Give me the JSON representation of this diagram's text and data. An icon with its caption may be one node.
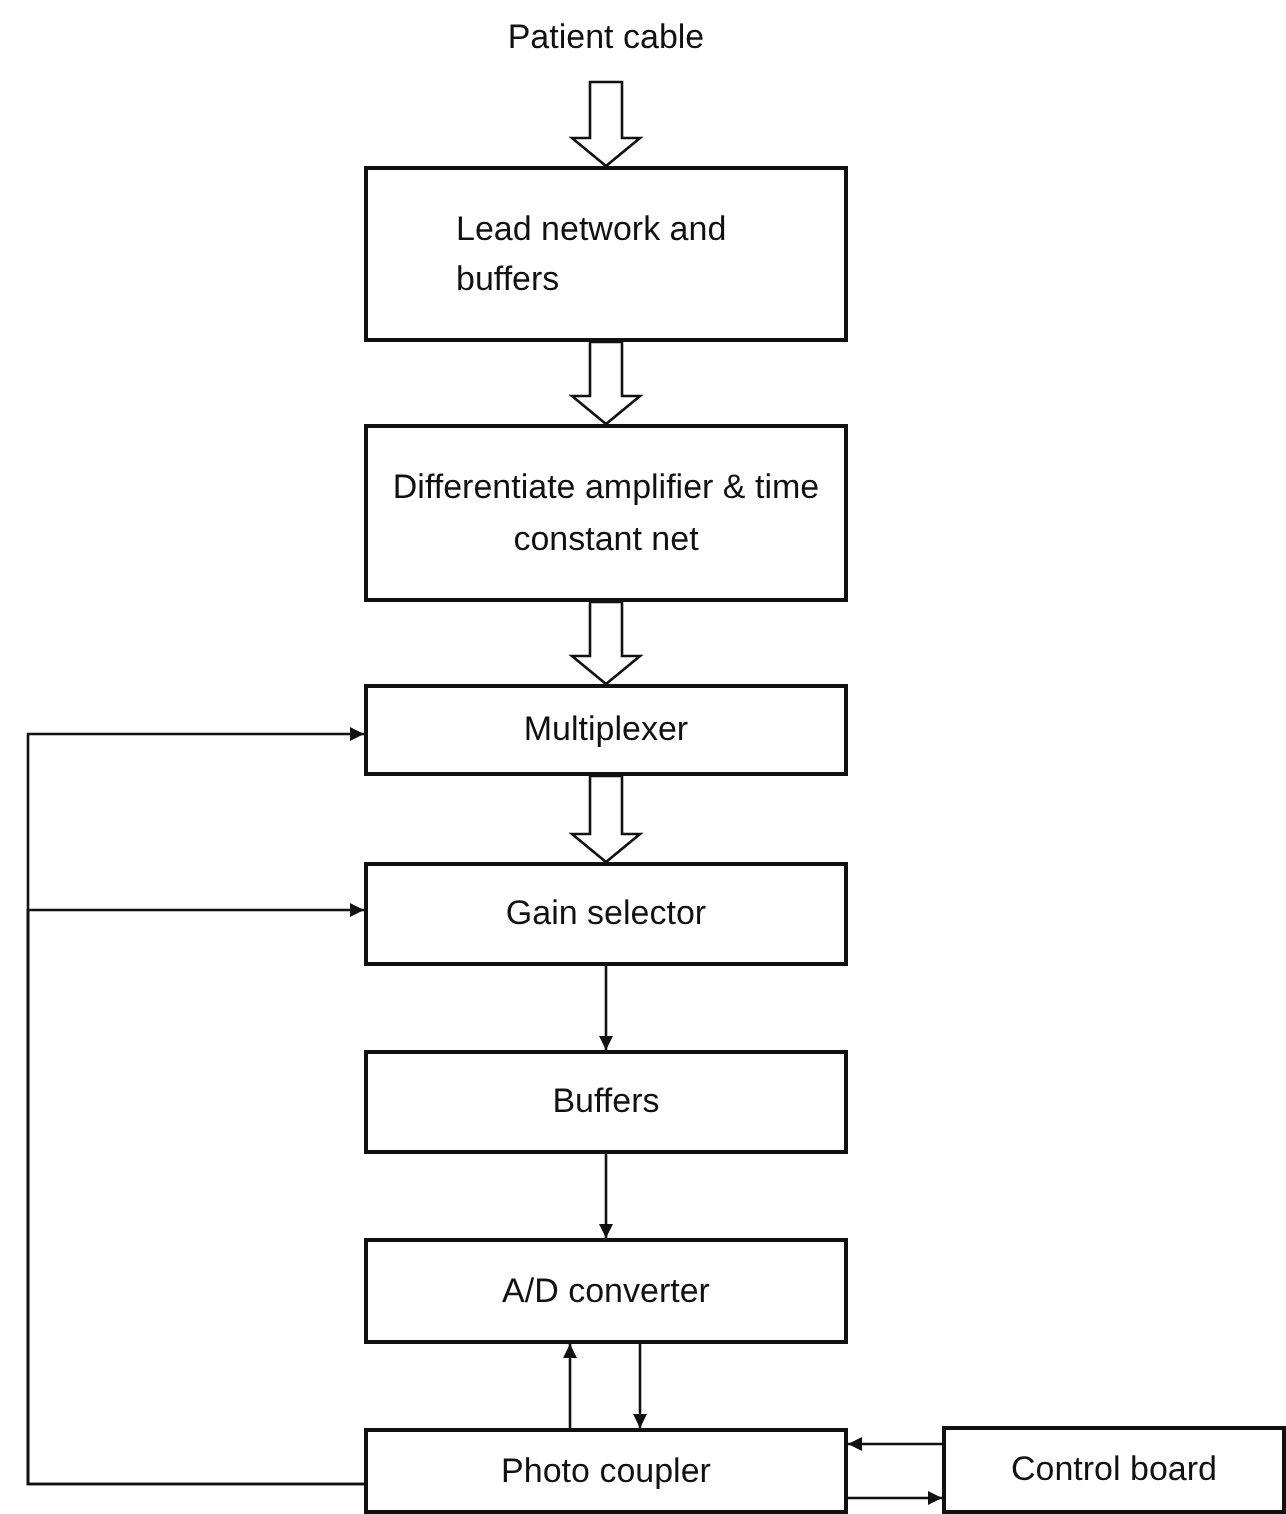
{
  "diagram": {
    "nodes": [
      {
        "text": [
          "Patient cable"
        ]
      },
      {
        "text": [
          "Lead network and buffers"
        ]
      },
      {
        "text": [
          "Differentiate amplifier & time constant net"
        ]
      },
      {
        "text": [
          "Multiplexer"
        ]
      },
      {
        "text": [
          "Gain selector"
        ]
      },
      {
        "text": [
          "Buffers"
        ]
      },
      {
        "text": [
          "A/D converter"
        ]
      },
      {
        "text": [
          "Photo coupler"
        ]
      },
      {
        "text": [
          "Control board"
        ]
      }
    ],
    "edges": [
      {
        "from": 0,
        "to": 1,
        "arrow": "to",
        "style": "thick"
      },
      {
        "from": 1,
        "to": 2,
        "arrow": "to",
        "style": "thick"
      },
      {
        "from": 2,
        "to": 3,
        "arrow": "to",
        "style": "thick"
      },
      {
        "from": 3,
        "to": 4,
        "arrow": "to",
        "style": "thick"
      },
      {
        "from": 4,
        "to": 5,
        "arrow": "to"
      },
      {
        "from": 5,
        "to": 6,
        "arrow": "to"
      },
      {
        "from": 7,
        "to": 6,
        "arrow": "to"
      },
      {
        "from": 6,
        "to": 7,
        "arrow": "to"
      },
      {
        "from": 8,
        "to": 7,
        "arrow": "to"
      },
      {
        "from": 7,
        "to": 8,
        "arrow": "to"
      },
      {
        "from": 7,
        "to": 3,
        "arrow": "to"
      },
      {
        "from": 7,
        "to": 4,
        "arrow": "to"
      }
    ]
  }
}
